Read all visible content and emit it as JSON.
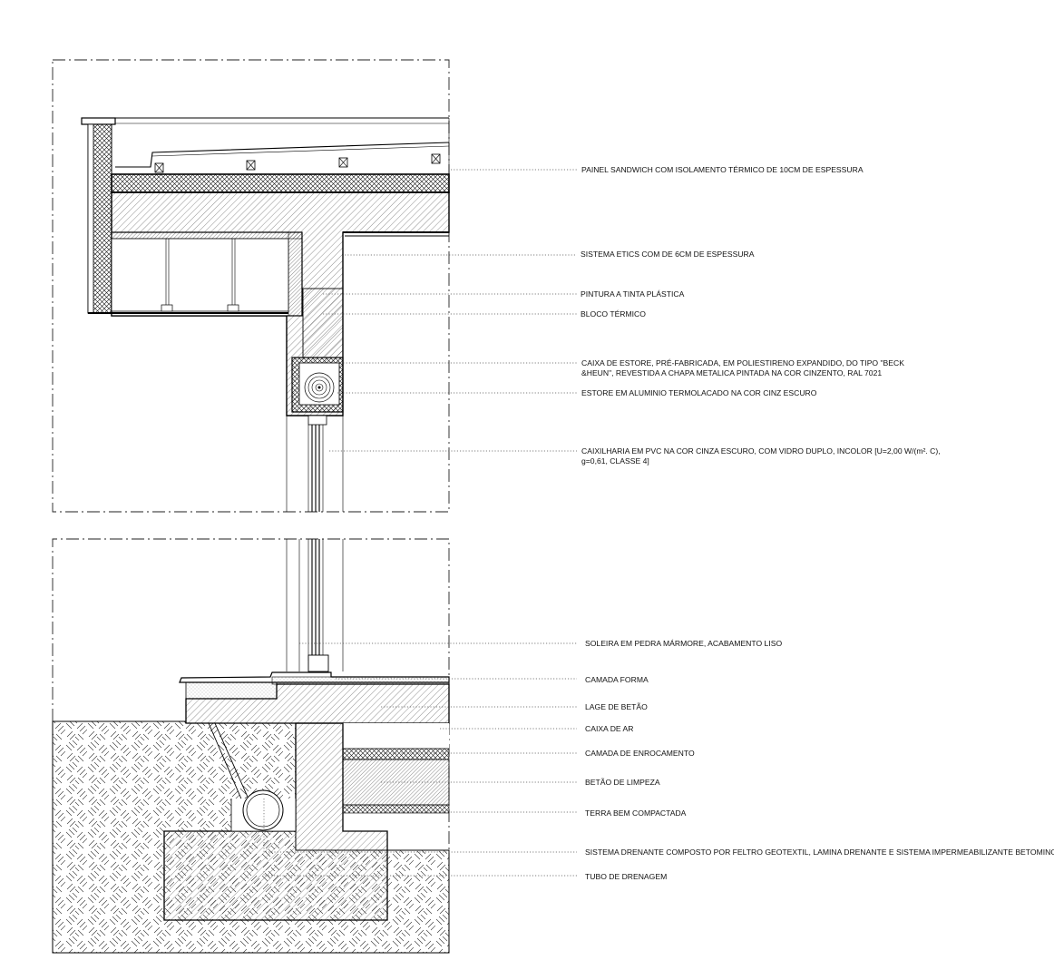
{
  "annotations": [
    {
      "id": "painel-sandwich",
      "lines": [
        "PAINEL SANDWICH COM ISOLAMENTO TÉRMICO DE 10CM DE ESPESSURA"
      ]
    },
    {
      "id": "sistema-etics",
      "lines": [
        "SISTEMA ETICS COM DE 6CM DE ESPESSURA"
      ]
    },
    {
      "id": "pintura",
      "lines": [
        "PINTURA A TINTA PLÁSTICA"
      ]
    },
    {
      "id": "bloco-termico",
      "lines": [
        "BLOCO TÉRMICO"
      ]
    },
    {
      "id": "caixa-estore",
      "lines": [
        "CAIXA DE ESTORE, PRÉ-FABRICADA, EM POLIESTIRENO EXPANDIDO, DO TIPO \"BECK",
        "&HEUN\", REVESTIDA A CHAPA METALICA PINTADA  NA COR CINZENTO, RAL 7021"
      ]
    },
    {
      "id": "estore-aluminio",
      "lines": [
        "ESTORE EM ALUMINIO TERMOLACADO NA COR CINZ ESCURO"
      ]
    },
    {
      "id": "caixilharia",
      "lines": [
        "CAIXILHARIA EM PVC NA COR CINZA ESCURO, COM VIDRO DUPLO, INCOLOR [U=2,00 W/(m². C),",
        "g=0,61, CLASSE 4]"
      ]
    },
    {
      "id": "soleira",
      "lines": [
        "SOLEIRA EM PEDRA MÁRMORE, ACABAMENTO LISO"
      ]
    },
    {
      "id": "camada-forma",
      "lines": [
        "CAMADA FORMA"
      ]
    },
    {
      "id": "lage-betao",
      "lines": [
        "LAGE DE BETÃO"
      ]
    },
    {
      "id": "caixa-ar",
      "lines": [
        "CAIXA DE AR"
      ]
    },
    {
      "id": "camada-enrocamento",
      "lines": [
        "CAMADA DE ENROCAMENTO"
      ]
    },
    {
      "id": "betao-limpeza",
      "lines": [
        "BETÃO DE LIMPEZA"
      ]
    },
    {
      "id": "terra-compactada",
      "lines": [
        "TERRA BEM COMPACTADA"
      ]
    },
    {
      "id": "sistema-drenante",
      "lines": [
        "SISTEMA DRENANTE COMPOSTO POR FELTRO GEOTEXTIL, LAMINA DRENANTE E SISTEMA IMPERMEABILIZANTE BETOMINOSO"
      ]
    },
    {
      "id": "tubo-drenagem",
      "lines": [
        "TUBO DE DRENAGEM"
      ]
    }
  ]
}
